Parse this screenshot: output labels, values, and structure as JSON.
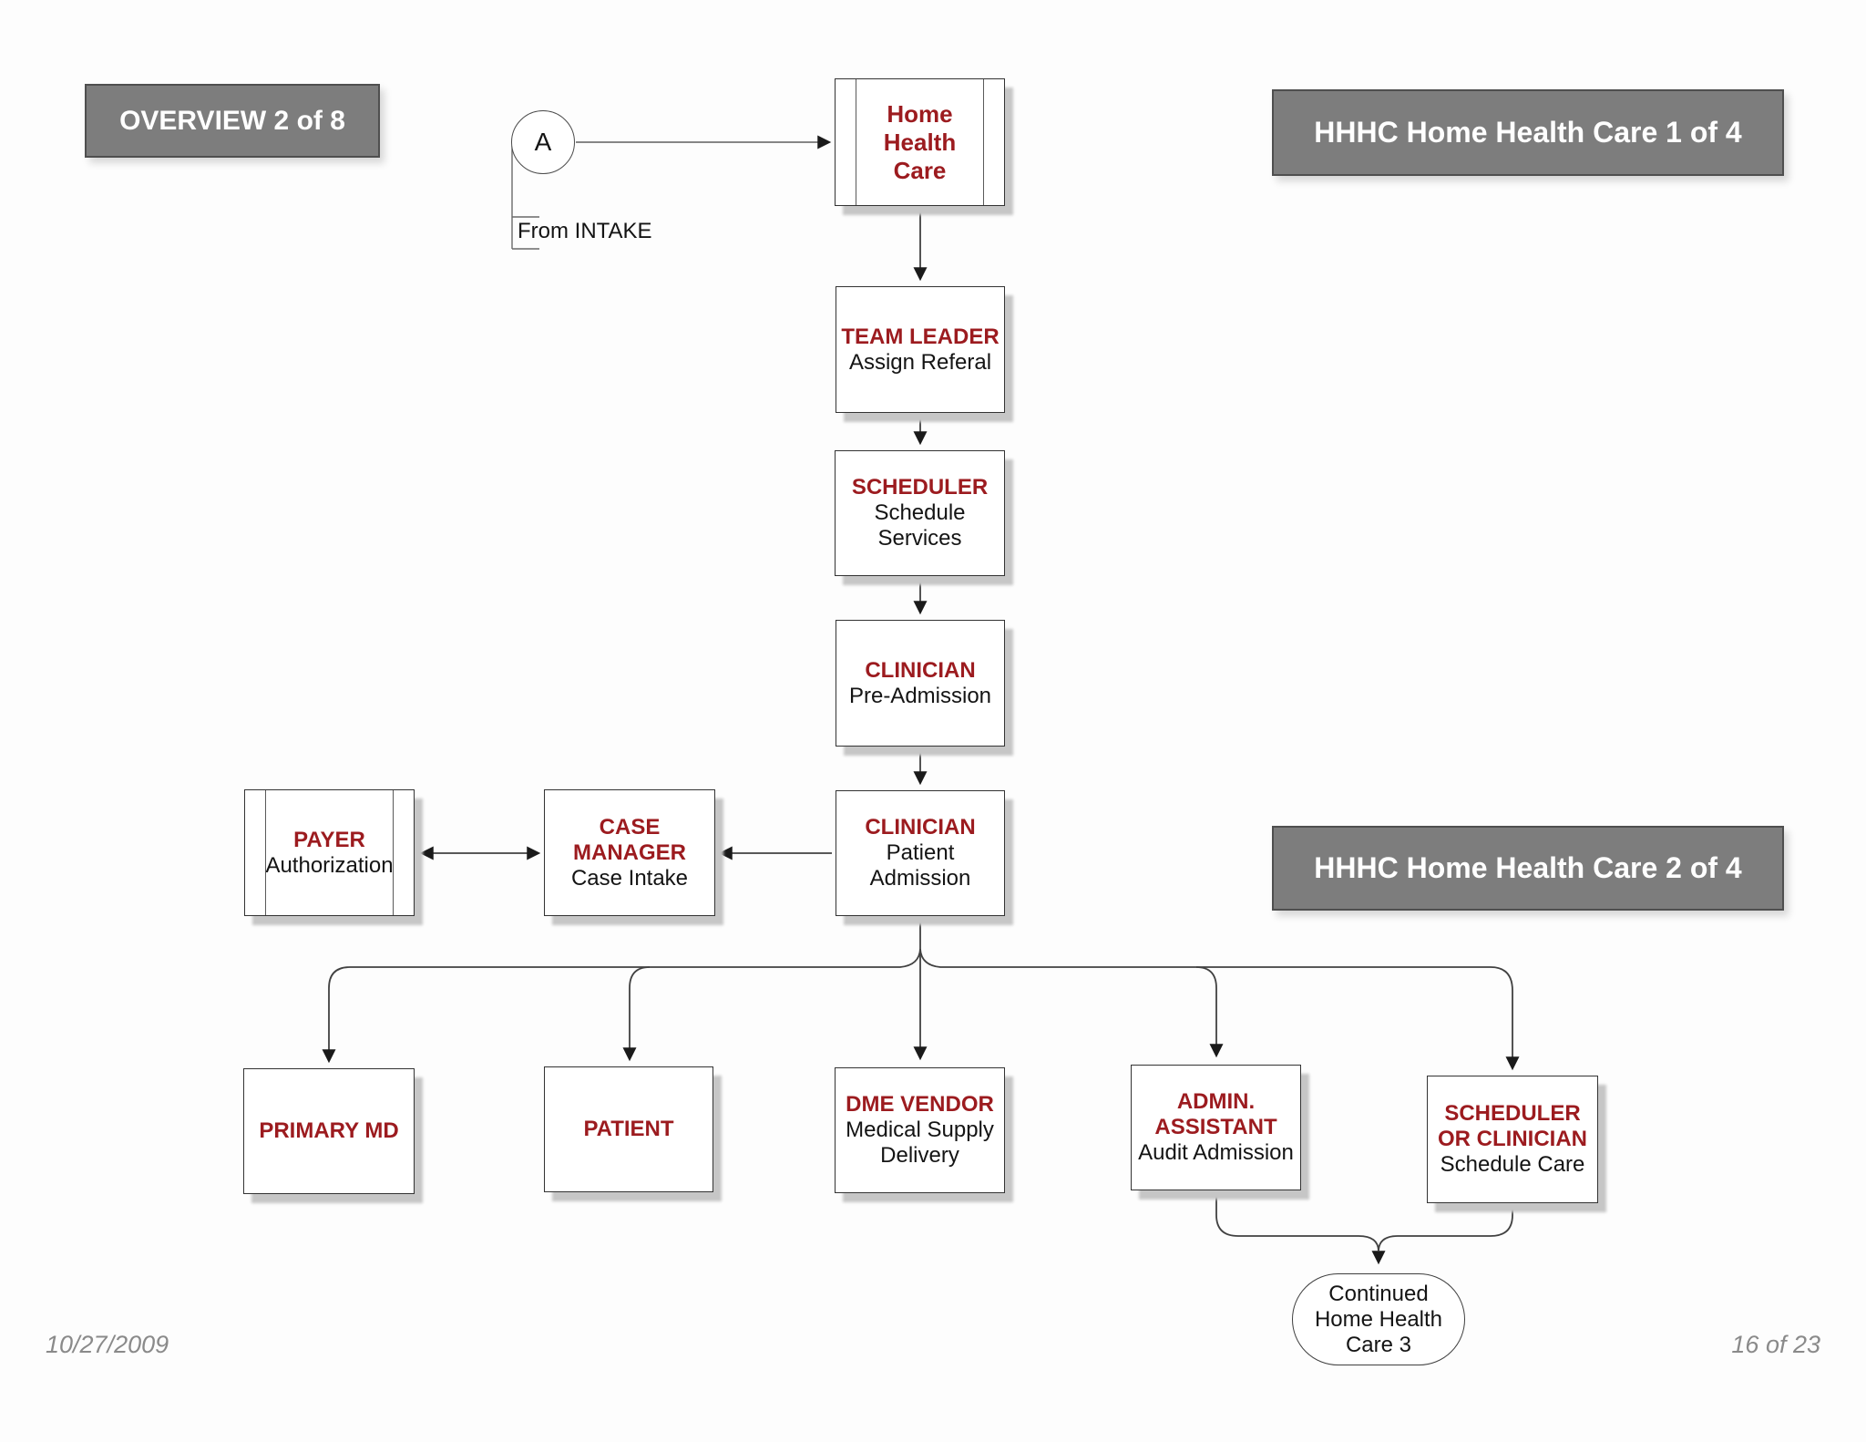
{
  "banners": {
    "overview": "OVERVIEW 2 of 8",
    "hhhc_1": "HHHC Home Health Care 1 of 4",
    "hhhc_2": "HHHC Home Health Care 2 of 4"
  },
  "start": {
    "label": "A",
    "note": "From INTAKE"
  },
  "nodes": {
    "home_health_care": {
      "title": "Home\nHealth\nCare",
      "subtitle": "",
      "type": "predefined-process"
    },
    "team_leader": {
      "title": "TEAM LEADER",
      "subtitle": "Assign Referal",
      "type": "process"
    },
    "scheduler": {
      "title": "SCHEDULER",
      "subtitle": "Schedule\nServices",
      "type": "process"
    },
    "clinician_pre": {
      "title": "CLINICIAN",
      "subtitle": "Pre-Admission",
      "type": "process"
    },
    "clinician_admission": {
      "title": "CLINICIAN",
      "subtitle": "Patient\nAdmission",
      "type": "process"
    },
    "case_manager": {
      "title": "CASE\nMANAGER",
      "subtitle": "Case Intake",
      "type": "process"
    },
    "payer": {
      "title": "PAYER",
      "subtitle": "Authorization",
      "type": "predefined-process"
    },
    "primary_md": {
      "title": "PRIMARY MD",
      "subtitle": "",
      "type": "process"
    },
    "patient": {
      "title": "PATIENT",
      "subtitle": "",
      "type": "process"
    },
    "dme_vendor": {
      "title": "DME VENDOR",
      "subtitle": "Medical Supply\nDelivery",
      "type": "process"
    },
    "admin_assistant": {
      "title": "ADMIN.\nASSISTANT",
      "subtitle": "Audit Admission",
      "type": "process"
    },
    "scheduler_or_clinician": {
      "title": "SCHEDULER\nOR CLINICIAN",
      "subtitle": "Schedule Care",
      "type": "process"
    }
  },
  "terminator": {
    "label": "Continued\nHome Health\nCare 3"
  },
  "footer": {
    "date": "10/27/2009",
    "page": "16 of 23"
  },
  "colors": {
    "title_red": "#9C1B1F",
    "banner_gray": "#7D7D7D",
    "connector": "#414141",
    "shadow": "#C6C6C6"
  }
}
